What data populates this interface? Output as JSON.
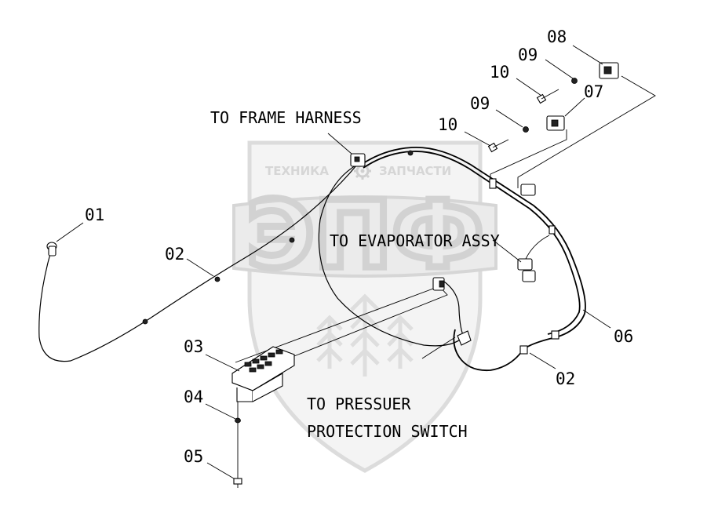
{
  "watermark": {
    "top_left_word": "ТЕХНИКА",
    "top_right_word": "ЗАПЧАСТИ",
    "emblem_letters": "ЭПФ",
    "gear_icon": "gear-icon"
  },
  "labels": {
    "frame_harness": "TO FRAME HARNESS",
    "evaporator": "TO EVAPORATOR ASSY",
    "pressure_line1": "TO PRESSUER",
    "pressure_line2": "PROTECTION SWITCH"
  },
  "callouts": {
    "c01": "01",
    "c02a": "02",
    "c02b": "02",
    "c03": "03",
    "c04": "04",
    "c05": "05",
    "c06": "06",
    "c07": "07",
    "c08": "08",
    "c09a": "09",
    "c09b": "09",
    "c10a": "10",
    "c10b": "10"
  }
}
